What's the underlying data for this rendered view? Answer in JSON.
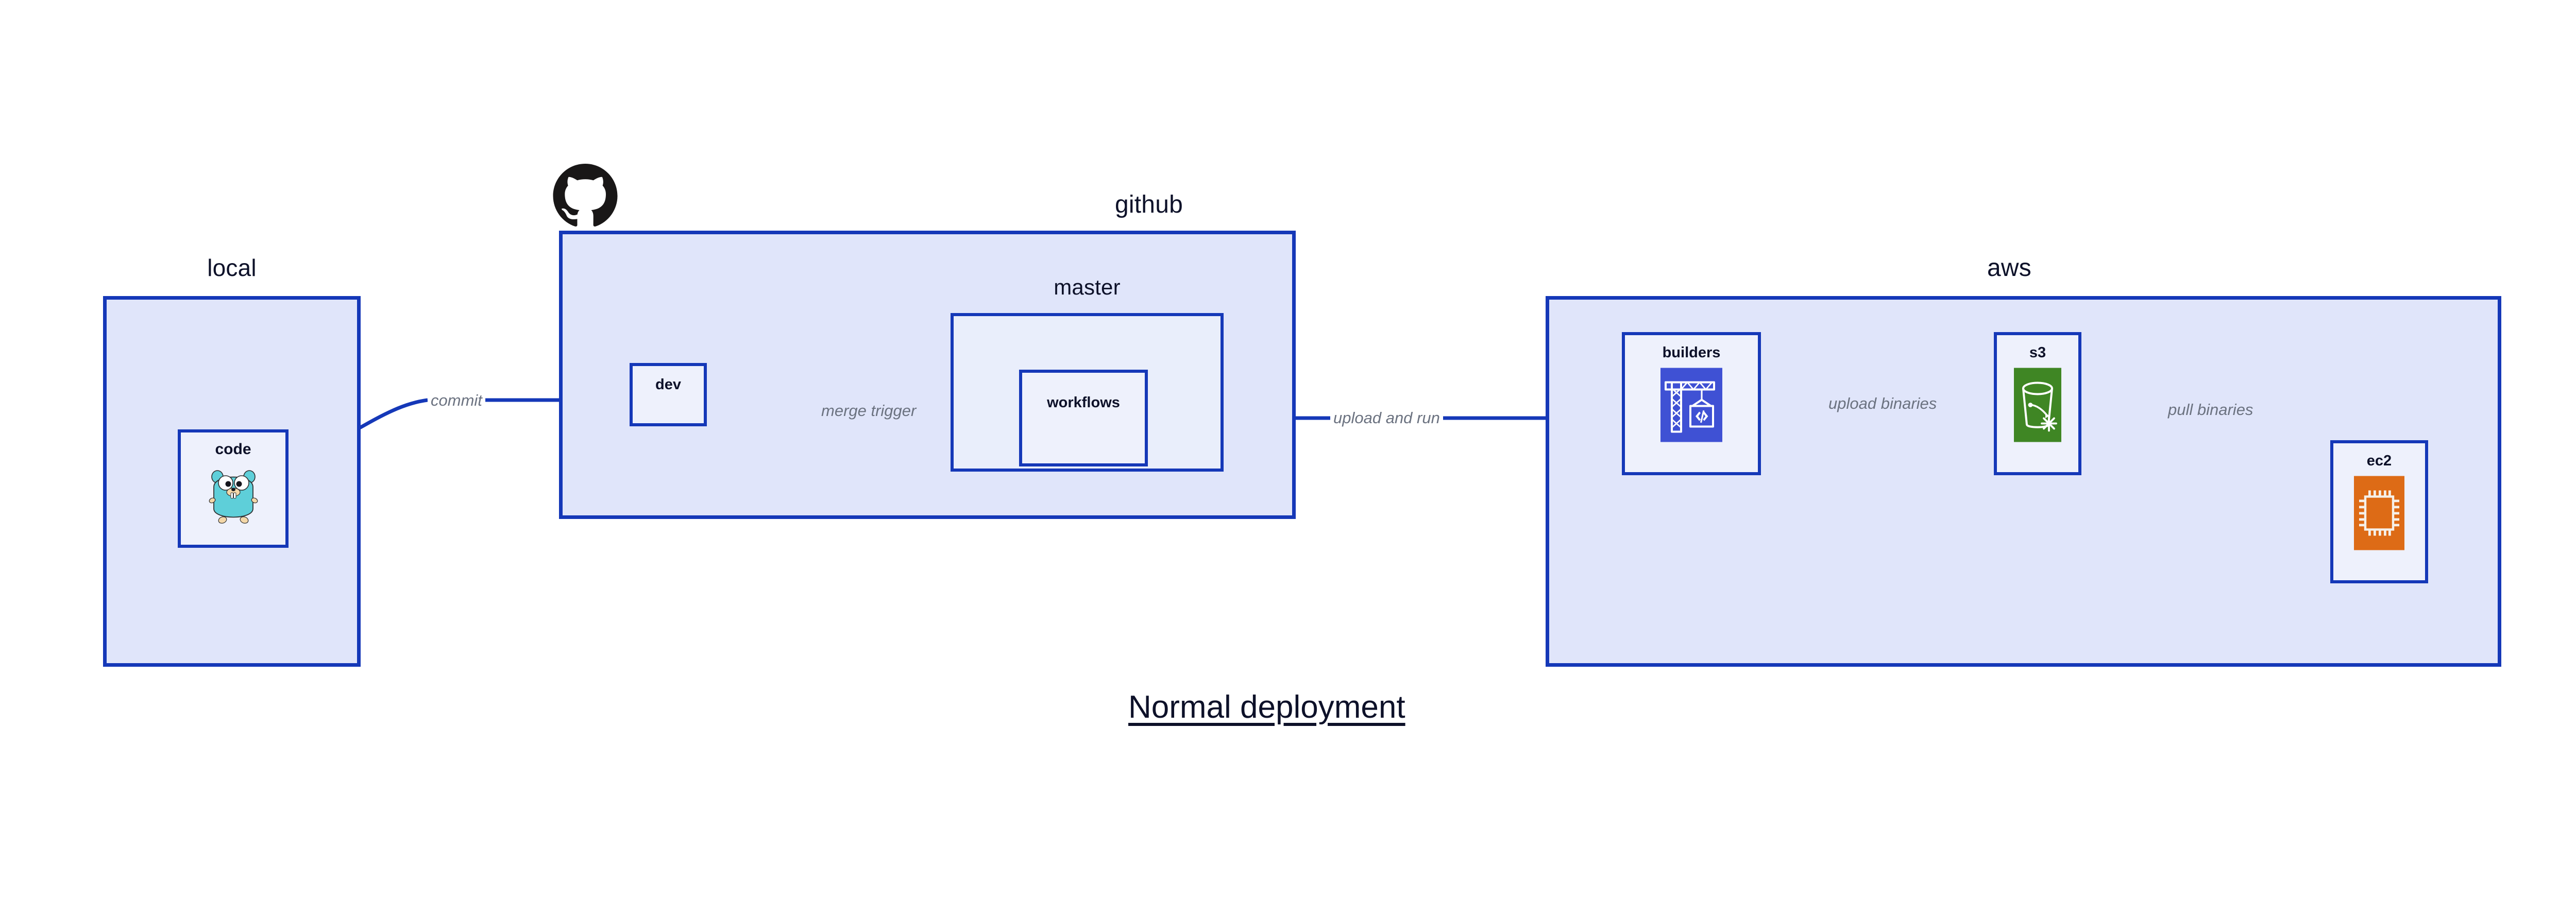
{
  "caption": "Normal deployment",
  "colors": {
    "group_fill": "#e0e5fa",
    "inner_group_fill": "#e9eefb",
    "node_fill": "#eef1fc",
    "border": "#1538b8",
    "edge": "#1538b8",
    "edge_label": "#6b7280",
    "text": "#0d1129",
    "builders_icon": "#3f51d4",
    "s3_icon": "#3f8624",
    "ec2_icon": "#dd6b16",
    "gopher_body": "#5ecfd9",
    "github_logo": "#191717"
  },
  "groups": [
    {
      "id": "local",
      "title": "local"
    },
    {
      "id": "github",
      "title": "github"
    },
    {
      "id": "master",
      "title": "master"
    },
    {
      "id": "aws",
      "title": "aws"
    }
  ],
  "nodes": [
    {
      "id": "code",
      "label": "code",
      "icon": "go-gopher-icon"
    },
    {
      "id": "dev",
      "label": "dev",
      "icon": null
    },
    {
      "id": "workflows",
      "label": "workflows",
      "icon": null
    },
    {
      "id": "builders",
      "label": "builders",
      "icon": "aws-codebuild-icon"
    },
    {
      "id": "s3",
      "label": "s3",
      "icon": "aws-s3-bucket-icon"
    },
    {
      "id": "ec2",
      "label": "ec2",
      "icon": "aws-ec2-chip-icon"
    }
  ],
  "edges": [
    {
      "id": "code-to-dev",
      "from": "code",
      "to": "dev",
      "label": "commit"
    },
    {
      "id": "dev-to-workflows",
      "from": "dev",
      "to": "workflows",
      "label": "merge trigger"
    },
    {
      "id": "workflows-to-builders",
      "from": "workflows",
      "to": "builders",
      "label": "upload and run"
    },
    {
      "id": "builders-to-s3",
      "from": "builders",
      "to": "s3",
      "label": "upload binaries"
    },
    {
      "id": "s3-to-ec2",
      "from": "s3",
      "to": "ec2",
      "label": "pull binaries"
    }
  ],
  "logos": [
    {
      "id": "github-logo",
      "name": "github-octocat-logo"
    }
  ]
}
